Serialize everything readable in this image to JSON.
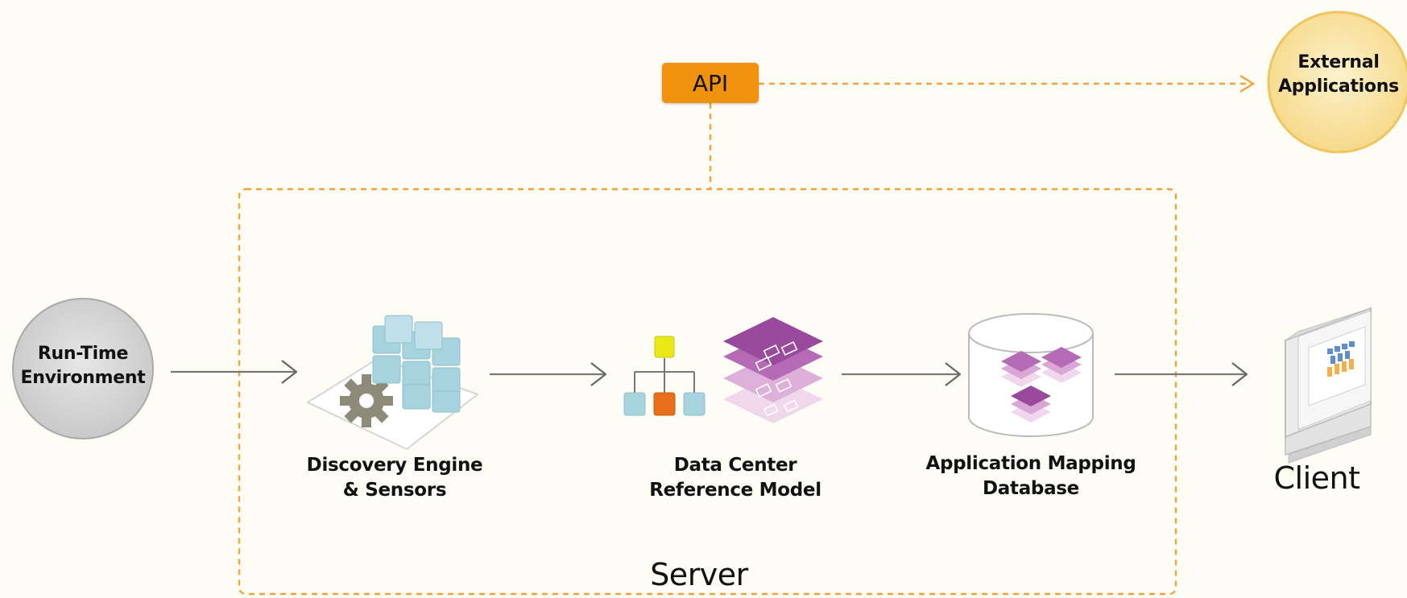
{
  "api": {
    "label": "API"
  },
  "external": {
    "line1": "External",
    "line2": "Applications"
  },
  "runtime": {
    "line1": "Run-Time",
    "line2": "Environment"
  },
  "discovery": {
    "line1": "Discovery Engine",
    "line2": "& Sensors"
  },
  "reference_model": {
    "line1": "Data Center",
    "line2": "Reference Model"
  },
  "database": {
    "line1": "Application Mapping",
    "line2": "Database"
  },
  "client": {
    "label": "Client"
  },
  "server": {
    "label": "Server"
  },
  "colors": {
    "api": "#f0920c",
    "dashed": "#f2a33a",
    "external_fill": "#fbe6a6",
    "runtime_fill": "#d9d9d9",
    "cube_blue": "#a7d3de",
    "purple": "#9a4a9c",
    "orange_cube": "#e8701a",
    "yellow_cube": "#e9e91a"
  }
}
